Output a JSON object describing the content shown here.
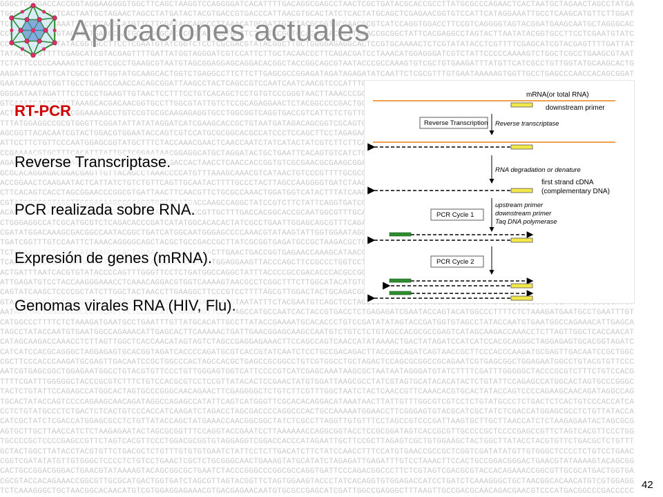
{
  "title": "Aplicaciones actuales",
  "slide_number": "42",
  "content": {
    "heading": "RT-PCR",
    "bullets": [
      "Reverse Transcriptase.",
      "PCR realizada sobre RNA.",
      "Expresión de genes (mRNA).",
      "Genomas virales RNA (HIV, Flu)."
    ]
  },
  "diagram": {
    "labels": {
      "mrna": "mRNA(or total RNA)",
      "downstream_primer": "downstream primer",
      "reverse_transcription": "Reverse Transcription",
      "reverse_transcriptase": "Reverse transcriptase",
      "rna_degradation": "RNA degradation or denature",
      "first_strand_1": "first strand cDNA",
      "first_strand_2": "(complementary DNA)",
      "upstream_primer": "upstream primer",
      "downstream_primer_2": "downstream primer",
      "taq": "Taq DNA polymerase",
      "pcr_cycle_1": "PCR Cycle 1",
      "pcr_cycle_2": "PCR Cycle 2"
    },
    "colors": {
      "rna_strand": "#f0a04a",
      "primer_yellow": "#f2e84a",
      "primer_green": "#2e8b2e",
      "dna_strand": "#000000"
    }
  },
  "background_sequence": "GGGCTCCGGACCACCGGTAGGAAGGGGTGGCTTCAGCTAAGGTCCAGGGGATCACATTTTGACAGGCGAGCCTAACTCGCTGATACGCACCGCCTTATGCGCCCAGAACTCACTAATGCTAGAACTAGCCTATGATACTACGTGACCGTGACCCATTAACGTGCACTATCTCACTATGCAGCTCGAGAACGGTGTCCATTCATAGGAAATTGCCTCAAGCATGTTCTTGGATAGCAGCCCTTAAACATGCGATTGTTTACGCGGTGCGAACGCGTCATCCAGGTGGACCTTCCGTCAGGGGTAGTACGGATGAAGCAATGCTAGGGCACCCGGTATTCCTGATTCTACTACGCTGCAGCCGACGCTTGCACCGCGGCTATTCACGAGGCCTAGTACTTAATATACGGTGCCTTCCTCGAATGTATCGGTCTCCTCGCGACGTATACGGCTTGCTGGGGAGAGGCACTCCGTGCAAAACTCTCGTATATACCTCGTTTTCGAGCATCGTACGAGTTTTGATTATGGTAGGGATCGTCCATTCTTGCTACAACCCTTCAGACGATCCTAAACATGGAGGGATCGTCTATTCCCCCAAAAGTCTGGCTCGCCTGAAGCGTAATGTAGCGGAGGAGCAGGACACGGCTACCGGCAGCGTAATACCCGCCAAAGTGTCGCTGTGAAGATTTATGTTCATCGCCTGTTGGTATGCAAGCACTGGTCTGAGGCCTTCTTCTTGAGCGCCGGAGATAGATAGAGATATCAATTCTCGCGTTTGTGAATAAAAAGTGGTTGCCTGAGCCCAACCACAGCGGATTAAGCCTACTCAGCCGTCCAATCAATCAACGTCCCATTTGAGGCGGATCCAATAGTAGCGGGGATAATAGATTTCTCGCCTGAAGTTGTAACTCCTTTCCTGTCACAGCTCCTGTGTCCCGGGTAACTTAAACCCGGACGCAGCGCGCAGTGGGTTGTCAAATCAAGCAAGTAAAGCACGACAACGGTGCCTTGGCGTATTGTCTCCGCAGAGGAACTCTACGGCCCCGACTGGGTCATAGCCACAGGGCAAAACTGCCTATCAAGTGCGGAAAAGCCTGTCCGTGCGCAAGAGAGGTGCCTGGCGGTCAGGTGACCGTCATTCTCTGTTCATACCCCTCGGGCACCATTTTTATGGAGGCCGCGTGGGTTCGGATATTATATAGGATCATCGAAGCACCGCTGTAATGATAGACAGCGGTCGCAGTGAGCTAGGACTCTCAGCCAAAGCGGTTACACAATCGTACTGGACGTGGAATACCAGTCGTCCATGCGCGGCACGCCATCCCTCCAGCTTCCTAGAGAAATCCTATCAACCGTTATAAATTCCTTCTGTTCCCAATGGAGCGGTATGCTTTCTACCAAACGAACTCAACCAATCTATCATACTATCGTCTTCTTCACGGAAGTCTTTCCAATAGGCCGAAAACGTGCTTTCACATTTATTGCTCGGAATAACGGAGGCATGCTAGGATACTGCTGAATTCACAGTGTCATCTCTTTCATGGTTCTGATTCCCAGAGGTGGCGATAGCACCCAGCAGCCCGGCAGTCAAGACCACTAACCTCAACCACCGGTGTCGCGAACGCGAAGCGGATAAAAGATAGCTACGGTTTGCGCACAGGAGACGGACGAGTTGTTACAGCCTAAACCCCATGTTTAAAGCAAACGTCATAACTGTCCCGTTTTGCGCGTTGCACCAGTCCATATCCAACCGGAACTCAAGAATACTCATTATCTGTCTGTTCAGTTGCAATACTTTTGCCCTACTTAGCCAAGGGGTGATCTAAGAAAGGGTACTCCCCGCGAGCTTCACAGTCACCTAGCGGAACCCGGCGTGATTAACTTCAACGTTCTGCGCCAAACTGGATGGTCATACTTTATCAAGTTTCCCACAGTCGTTAGATCGTATCGCCGGTAGGTTCCGAGAAGCCGCACGTGGTGGATGACCAAGCCAGGCTATCCGTCTTCTATTCAGGTGATCGTAGTTAAGTTGGTACTGGAACAGTGTTACAGACAGTTGCATAATATAGCGAAAAGGCAAGCCGTTGCTTTGACCACGGCACCGCAATGGCGTTTGCAAAGGGTCGGTCCTTCGATTCTGGGAGGCCATCGCATGCGTCTCAGACACCCGATCATATGGCACACACTATCGCCTGAATTGGAGCAGCGTTTCAGAAAGGGTGCAACATAGCCGCCGATATGGACAAAGCGACGGCCAATACGGCTGATCATGGCAATGGGAGCCCCAAACGTATAAGTATTGGTGGAATAGCCCGGCACACTCTCAGTCTATGATCGGTTTGTCCAATTCTAAACAGGGGCAGCTACGCTGCCGACCGCTTATCGCGGTGAGATGCCGCTAAGACGCTGCCAGAGCGGCAATCTTGGATCTCGAAGTTGTGGGTCATTTAGCGTACTAGAAAGGGACAAGAAACTTGAACTGACCGGTGAGAACCAAAGCATAACCGATCTCGCGGCTGGAGTCATCACGCGGCCTCATAATAATACTTGGTGGTATATGCGGGCAGCTGTGGAGGAAGTTACCCAGCTTCCGCCCTGGTCCTTCCTCACAACGAACATTACACTGATTTAATCACGTGTATACCCCAGTTTGGGTTCCTCTGATGGCCAGGCTATTTACCCCGCCGACACCCACGCCGCCTAGTCGGTCAAGCGCCCAATTGAGATGTCCTACCAAGGGAAACCTCAAACAGGACGTGGTCAAAAGTAACGCCTCGGCTTTCTTGGCATACATGTCGTTTCTGTTGCTCTCTGTACAGTATCAAGCTCCCCGCTATCTTGGCTACTAACCTTGAAGGCTTCCCGTCCTTTTAGCGTTGGACTACTGCAGACGGACTCCACTTAGGTGGTGCGGTAGGGATTACCCTCGGGGGTCATCATGTCGAGCGGAATCGTGAGCAATGTAATATTTCTACGAATGTCAGCTCCTAGGGCTGCAAACTGCAGGAGTAATAATTACTGGGCTCGCCCTGCATTTCTCCGCCATGTAAGCGGTTCCTGAGCCATGCCAATCACTACCGTGACCTCTGAGAGATCGAATACCAGTACATGGCCCTTTTCTCTAAAGATGAATGCCTGAATTTGTTATGCACATTGCCTTATACCGAAAATGCACACCCTGTCCGATATATAGTACCGATGGTGTAGCCTATACCAATGTGAATGGCCAGAAACATTGAGCACTTCAAAAACTGATTGAACGGAGCAAGCCAATGTCTGTCTCTGTAGCCACGCGCCGAGTCATAGCAAGACCAAACCTCTTAGTTGGCTCACCAACATAGTAGTCTAGCCGAGGAGAAACTTCCAGCCAGTCAACCATATAAAACTGACTATAGATCCATCATCCACGCAGGGCTAGGAGAGTGCACGGTAGATCACCCCAGATGCGTCACCGTATCAATCTCCTGCCGACAGACTTACCGGCAGATCAGTAACCGCTTCCCACCCAAGATGCGAGTTGACAATCCGCTGGCCCACTAGCCACGCTGAGCCGCGGCCTGTCGTGGCCTGCTAGACTCCAGCGCGGCCGCAGAATCGTGAGCGGCTGGAGAATGGCCTGTACGTGTTCCCTGTTGGGAGTGGTCATTCCCCGTCATCGAGCAAATAAGCGCTAATAATAGGGATGTATCTTTTCGATTTGGGGGCTACCCGCGTCTTTCTGTCCACGCGTCCTCCGTTATACACTCCGAACTATGTGGATTAAGCGCCTATCGTAGTGCATACACATACTCTGTATTCCAGAGCCATGGCACTAGTGCCCGGGCAACAGAACTTCGAGGGGCTCTGTCTTCGTTTGGCTAATCTACTCAACCGTTCAAACACGTGCACTATACCAGTCCCCAGAAGCAACAGATAGGCCAGAGCCATATTCAGTCATGGGTTCGCACACAGGACATAAATAACTTATTGTTTGGCGTCGTCCTCTGTATGCCCTCTGACTCTCACTGTCCCACCATCAAGATCTAGACCTAGCGACCCCAGGCCCACTGCCAAAAATGGAACCTTCGGGAGTGTACGCATCGCTATCTCGACCATGGAGCGCCTCTGTTATACCAGCTATGAAACCAACGGCGGCTATCTCGCCTTAGGTTGTGTTTCCTAGCCGTCCCGATTAAGTGCTTGCTTAACCATCTCTAAGAGAATACTAGCGCGGTTTCCAGGTACCGAATCCTTAAAAAACCAGGCGGTACCTCCGCGGATAGTCACCGCGTTGCCCCGCTCCCCGAGCCGTTCTAGTCACGTTCCCTGGACGCGGTGTAGGAGGTCGGACCACCCATAGAATTGCTTCCGCTTAGAGTCGCTGTGGAAGCTACTGGCTTATACCTACGTGTTCTGACGCTCTGTTTGTGTGTGAATCTATTCCTCTTGACATCTTCTATCCAACCTTTCCATGTGAACCGCCGCTCGGTCGATATATGTTGTGGGCTCCCCTCTGTCCTGAACTCGCTCTGCGGGCAACTGAAAGTATGCATATCTAGAGATTGAGATTTGTCCTAAACTTCCACTGCCGGACGGGACTGAACGTATAAAAGTACAGCGGCGCTGAATCTACCCGGGCCCGGCGCCAGGTGATTCCCAGACGGCCCTTCTCGTAGTCGACGCGTACCACAGAAACCGGCGTTGCGCATGACTGGTGATCTAGCGTTAGTACGGTTCTAGTGGAAGTACCCTATCACAGGTGTGGAGACCATCCTGATCTCAAAGGGCTGCTAACGGCACAACATGTCGTGGAGGAGAAACGTGACGAGAACAATGTGCGCCGAGCATCGATTGGCCGAGGGCTTTAAGTTGCCGACGCAACAGACGAACGTCCCATGACGGCCCGACCCCCCTGTTTACCTTATCACAAACTCTGTGCCATAAAGGCTGCAGCTAATCACAAGCAGCAATGGTATGCTCGTCTCACCTTAATCACGGTGAGGCCAGTGACCCAACTCTCTAAGTAAACTCGAAGATCGGGCCGGGAATTGGCAAGCACCCATTACAGTCTATCTTCTGGATTAATGGAGCTAGTCCGACTTGCGAATGCCCGAGCCGCCACCACCAGCTACACTAGCCCGCAGAATAAGAGTCACACTACGCTACATGAATCGGGCTAATCCCGAACTCTCCTCCCTTCCATCTGCGTTAAACTCCCGATCGAGAAGACACAACCTATCCCCCATTGTACCTATGACGTATACGAGATGTTGTGCCCATAGATCTAAAAACGGGATCGCTTTTTTTAACACTAGGTCCGACTGGGTGGAAGCTCACATTAGGGCGCGCACGACCTGTGAATATGGAAGAGACATTAGATGAATCAGTACCGAGACAGGACCATCAGGGCGATCAACTAGTGAACTGGGAGTGGACCTTCTTACCTGAGAGATCGTTCTTGCTGGCACGTCTCGTTCTTATATCCTGTCGGGAATGTGGTGCACATTGTTCCTGCGCAAGTTCCCTGAGGCAATGTGAGGTCCTACCTATTCGTTTTTTGGGCCCATTAGTTGACACTTCGCCATGGTGAACGCGGATTTGCCCACTACCTCCTAAACTACGTCATGCCCATCTTATCCATTCTACACCGATGGATATTAGCCATCCTTGTCCTTGTTTATCCAACTTAAACAACAAGCACGGTCAATTCTTAAAGCGCATTTTGGTTCCCCCCCTGCTATCTCCGACGGTTCGGTAACTCCTGCTTTTCGTGGATCGGCCAAGCAACACATAAAACATCTTTCAGCAGTGGTGCTTAATCTCACCCGGTAATCCTCTTACAAGCTCACGTTAAGGTAACGTGCGCCCCCTGATACCAATACGTGAGCCTATTAATCATGATTCGTCCCGTTACGGGCACCTACGTGGTAAGTCAGACGAACGGCCCCCCACCTCATCCCGGGTAATTTCGAGTCCAAATCTAGTGTGTATTTAAGACCGTGACAGTATCCACAGTCGCCCCTTCGAGCTCTTCCCACGGCACTGGAAGTTTACATTGGACTTGAAGACTTGTCGCCAAATCCTTCGAGAAACTCTAGTCTGGTGTACCGCACCCGAAGTCTCCCCTGCGGCGCGGATTCCGACATGTATACGCACCATTCGTTCGGCAGAAAATCCCCGTCCTCAGGATCCCGATCTGCGGGTAGTAGGTCAACCCGTGTTGTTATCCCGATTTTGCGGCGGTCTGGTCCTGGCCGGGTTAGACACGGTCCGAGCTCGTTGTACCTTACGCAAAACGCACCCGTTTCATAGGAATTGCTATATGTGTAGCAGCTCATAGAAGACAAATCCGGGCAGTGCGATGCCGAAGCTTTTCGTTCCGCGCTGGTCATATCTTGGTCTTCCAGAGCCCCAATCCGGTCCCTCAAATAACCGCGTGAACTTTTTCATCAAGAGACGTATCTTATCTAGCTATTAGATTTGATACAGGACGCGAAATCTCGCGTTTTAAATCCAAGATGGAATCCTCTCATGCTTCCACCATGTCCCGGGTCCCGAGAGGTCCAAGTCCTACTAGTCTCACAGACGGAATTTACATACCAGAAACTTCTCTAACGTTTCGGTGTTCACTTCAATATGCCATCATACGGCGAAATAGGTGGTATGAGTGTTAAGTTACCTTAATTTTATCATCACTGGCGTCGAATAGAGTATATCGGTCCTAGCGCAATGGGGCGGGTGGAGTGAATCAGCCGATCTGGGTCCTCTCATCATGTCGATGATCTGGAGCGCAGGCCAGAACTTTATCTTGGCCGGTGTCTTACGTATTAACGTGATCGGCATTTGACCGTTCCGTCTAGACTCCAACCTGGCCTCACGTAAGTGTGTTCGTCATTCGAAGCGGACTTCTCGTCACGTTTGGAAGTTATTACTGGCAGTCTGGGGATTTCCACAGTCCGGGGACCTTCCCTTCATTGCATTCAGTATTCTCTCATCGGCACAACAATCGCGTCTCCCCAGCTACCTCACAACCACACCACTTACTCAGAGGCGCTCATGGCACCCTAAACATGCATGGAGTATGGGGACAGAGCCTTATGGCATGAGATGACTTACGCAGCTAAAGGACCCAGCATACCCATTGGAATGCGTGGGGATGCGCTTCATGCATTTAGAGCAGACTTGGACAGGCGTTTGGGTCGCTGAGTTTGTCATTGCTATTTGCCTCTCTTACATGAGCGTCCTCCCGGCGAGGAGTCTCTCTAAGCTTCAGCAAGTGACGTTGGTTTGCGTGGGTACAACGTTATAAAACTAGGATAAAAGTAATGCTCAGGAATGGCCTCTCAACATCCGCTTATAACACCACCAGAGGGCCAAGCATGTAGCCTAATAGTCCCTGTTACAAGCAATACAACAGGATACCAGTCTCGGGGACGTATCTTTATTGTCCCTTATACGTGACAATTGGCTTTTATTGAAGAGATGGATTGAGAAGTTTTTGCGAGTATGATCATCTACCGTCCGGATTACTGTCTTTTTTCGCGCAACCTAGCCACGTGTATCGAGTTGGCGGTTAGATCTAATCGCTCCCACCGGCCACGCGTTCTCCCGGCCGCCGTCAGAATGCCCAAATGCTTCTTACAATGCCCCGCGTTGCATCTATGTCAATCGAACGGACGGTGGTACCAGACTACCCGTAGATGAGGATGACTGCCCCTGACCTAGGCGAACCGCGACGATGCGTATTACATAGGCACGCCCTTCAAAAGAGGAGCTATTAGAAAAACCAATACGCCAAACGGCCAGCTACGGGTATAGCCGCTTTACGGAAGGACACTAAAATGGGAGGTGGCTTCGACCATTGAACCCTTGCTCCAGTCCAGTGAGCCTCGCGCGATAGTTATCCGCTGCACACTCGTCCCCTTAGCTTCGTCCTAGTCGTTCTCACGGTCATTATCGACAGGATTTGGGCACGCAATAGGTATCCCCGAACTTGTGTAATCCGACAGAAGAGTCTTTCTGAAAACCCAACCCAAGCGTGGAGCGAATCTCGTGCATTAGTCGCTCCCAGTTGCGTGTCTGGAGAGGAAGCTTGGACCGTAACTAAACCGCCTGTGTCACTCTCTGCCACTTATCCCAAGGTTCCAATGGCACAATCAGTAAGACAGGAGAGCTGTTCCACCGCAATGTATTAGCGCCCAGGACGTCCATAGCGACGTAACACACTTACACTCTGACAATCGGACCTCGCTAAGGTTGCTGACAGCGTTGGGCTGACGCAATGCACATTAGCCTCCGTTAATGCCGCCTGTAAGGGCTCCCCATTATAGTCAGGCATCATCCTTGTGTTACAACGTCCCGGAGATTCCACAGAGCGCATAATAAAATTCGTGAGCTTTAGGCCATTACCCTGTCTTAAGTTCCCTTACCGCCACTTTCTTCTAATGGCCGTAGTATCGACACCCAGAATCCCGAGCTCGGCTCGCGGAGATCAGAGAGATGCGTCAATACGAGGAGCTCGGAGCTGCGGTAGCTCACTTGCTGATCATCTATTAATCAGTAACCTACAGCCCCGAGTGGGTAGTACGAGCCCCCCGATTGTAACCGTCTTTGTTCAAAAAAATTACAACGCTTGGAAGCTGCGCCGTGTTATGCCTTTATTCGCTCCCTATTATTAGGTTCTGCGATAGTGTCTTGACACTGAGCCCAACAACCTGTCCGACCGCCAACATGGTTTAGCCACTCGCTCGCAACAAGCTCCAGAGGTCTCTGGCTCGCTTGATAGTCCACCGAGGGCCATCAGAGTCAATGCGGGACCACCACGGACAAGCTCGTATCACGGTAAGCAAACTGAGCAGTACGCCGAATGCGAGTCGGTTTATTGGCCGTCCAAGCCTAGTCAATTTCATCCTGCGCGAAATCACCCTCACGGTCATGGGGGCCGGCATTGTATGAAGCAATAACAAACATGGATTACGATTGGGGCCAATGTGAAATTCCTTAGTCATTATATTTTGATATATAAGACCGTGGGCTGACCGACCTGTTGGAGCACGAGAAAGCGCTCTGGCGTCGCGCCGGCCAACCCAACAGACGCCAAGAAGTAAAGTTCGAGGCTGATTCAGAGTTGAGACTTGATGTCACGAGAGGTTTTCTCGACCGTTTGCTATCTCTGCTTATGTAGGACTCCTGTTGAGATTAACTCCCCTGAAGTAGCACCCATTTGTAACATGCCACGTTTATCTCACTAGACTACTACGCTCGACCGACCTCGTATAGGGGTCATGACGACATACAGAATCGGCTTAAATGCGATGCTACGTCGAATGCCTAACACGTTCGCACTAACAGACAAGTCGCAGCCGGGCTTAGCTTTCCACCGTTTTCTAAGGCCTACGTATACGACACCGAGATCCATTCGCGTCCTGCTTTTGAAGGCAAGGCTACTAGTGTCATCTTTCTCCTCCGCAGGGTTTTTTTTTCGGCGGATCTATAGCATCAAGTGATGAATGATGGTGTTTATGCAATGATATCTGTTGTAAGATATACGTATATACGGAACGTCGAGTGAAACAACTCCACCTCCGCAATCTTCCGTACAGTCACTGCCTTATCCATAATAGAGGCCCGATAGCCAATCAGGTTGGGCGATTGAACGCCTATCCAGCGGCGGAGGACAGTCAGAGATACCAGTGGGCTGAACACACCCACTTCTTGCGCGGATTAGGGGTGAACTCGTTTTTTGGTCCTTGTCTGTGGGCATCGTTCTTATAACATTTCAAACCTCTTCAGCTCGAACTTACTTACCGCGTAGAGTCCCCTTAGCATAAATGCTCTCCCTTGAAAGTCCCCGCACCTACCATCGAGAGCAGTCCCGTGAATACAGCGAAAGCTTCGCCCTGTGAAACCGATTGCCTATGATATCCACGAGGAACAAACAAGGGCCGCCTTAACATGGAGGCATCGGATCCCACTCTCAGGATAATTGAAAGACCCAGTCTTTTTTTCACCTATAGGATGTATCTACACCCTTAGAGTTTTATCGCGAAAGTGTCGGGCGCCCACCTAGCTTCAGTTACTAGTTCTGAGAGGCAGACAACTCCGCGGGCAGCTTATCTCCCACATTCGCGGGGTCGAATGGCGATGTACGAACTCAGGGTGCACGCAGTTCGCGCCAACTGCCAAAATGCGGGCAACTGGTCCATACGGCTCTATCAGGCGACGCTCACATTTTATAGCATTCGTCCTCATGAAAACAAAACCCGGTTTGCAAGCCGTGCCGGCAGCGAGCGGAGTGCCCGATTCACATCGGAGGGAGTGCCCTCTCTGTATTGGCGATCCGGCCTTAGCGATAGATGTGTCCCCTAGACCTGCTGCCACGGCATGCCTTTTCGCACGCTGAGACATTAGAAACCCAACTAGACGGGCAGTTCCCCACCCGGACTCCTTGCGTTGGGTCTGTAAGGTGGGTATTACGGAATTAGAACCTGTCACACATCCGCTCACCTTACATTGGCCTTGTCCGTTTGTAGCAAGTAAAATGTTAACAAATCAAAACCCTACTAATAAAGAGCGGACCAAATAGGATCCGAAGAGTGGCTCCTCAATAGGAGAGGCTCTTTATACTGGGACCCAGCCTTACCGTACGGAAAGCCCCTGAGATCCATCCCCTGAGCTCGAGCGCCAGACCTATCGTGCGGTTCGTCGATATGGGCTAAGCGAAGTTCGACAAGCAGTTTATCGGCAACTTAGGTCTGCGAACTAACACCGGCTTGCCCGCGATCGTGGTTCTTCACAGTGAGGCGAGCATCTCGAACATCCATAGCCTTCTGCTCGCAACGGACGGACACATCGGTACTGTTAATAAGCGTCATGAACCTCACCTCCCCTGGGGGAACCACTGATGCTGAATACCAACCACCCAGGCACAGCGAATACATCTGACTCCCTTCCGTATCCATATTCGTATCGCGTGACTCTAGTATGGTATACACAACCCCGTATGTAGCTGCGCCTCATGTAGCAAAAGAATATCGAGCCTGGATCCTCTTCCGTAGAACACCTATGCTGCTATCCCACCTCTTCATAGCCTGTTGCAACAACCGAGACTACTGAGAACGTCGGCTTCAAACCGAGTGTGCTCGGCGTTCTTGACACTGGCCAAATATAACACAGGCTGCCCCCGTGATTGAAAAGTACTCTGCGCACGCACCGAATGCAGAATATATAAGTACGCACGGGGATCAACTACGTGCCGTAACCTAGGGTCACATCGACCCCCAACGGAACCGGTCCGCCCCTCGAGGGATAGAAGCGCCCTATCAAGCTCTCGTGGCCCTCCGACGTCGCAAATAGCAAGTCCTGTATTCAGTGCCCTCGTGTATCAACCAAGAACTTCCCGGAAACACTACGCCAGATCCCACGGTAGGCGTCATTAGTACGCCCTTACTCCCCACGATGAATCTGAGAGCTCCTACATCTAGACTACCCGGTGTTGTTCACTGAGTCTTTATCTGGTGACACTTGATGTCATCACGGCTAGTTAAACTCCCTTTTACCCACGGTCAGGCTTTAAGGACACCGGCAACGGGGCTCTCCACCATCCATTTCTAGACGTTCACAGCATTGCAGGGCCGACTAGCCCTTAACCGGTCGTTGACGTAGCCCGTCATACGGCCCTAGCCAAAACGGAACCAACTCTAGAGAAGTCGCGCGCTCTTACTCATCCGCCTGGTAACTGAGGACAATTCCACCCGATTACCAGTAGACGGCTCTCGAATTCAACGTTAGAAGTGCCGACCCATCATCACCACGCGCCTGAAGTTTATCTGTACAAAACCCGATCCAGCTCTCCGCTAATACACAAGTTTACCTACAAGTAGGTACCTAAGGAACTCTGCGATCGTAGCAGCCTCGCCGCGACAGTCTCCTGTGCAGAATCGTCTCGCGACGAGTACCCCCTCGTGCCACAGGTAACTCCCTGGAGCCCTCAATTTAACACGAGCACGTACCTAGCAGCTTAATGAGACATAATAGAGTCATAATTTAAGTTGTGCACTCACTACCGCAAAGGCGAACTCACGCGCGACCATTGCGATTGGTGTCATAGCCACGCTAATGACAACGGTCCAAACCAACAAACCGAAGCCCACCTAGTGTCACCACTTTGCAATAGGAGCTTATTTCCCAGACGCCGGGCGCTTGGTTAATTTTCACTTTCGATCCCACCAGGTTAACCAAAACCCGTATTGATCAGGGCCGTCCCCCATGTTGGCTAGCAGCCCTGGCACACGTGTTCAACAATGTTCTCCGGCAGCCTCGGAATCAATATCATCTCACATGGTTTAGATGGTTAGTTTTCTCAAGAGCACCCTATGAGTCCGCGAGATCCGGTGCACTCGTCGTATGAACGATAGATTGCCTTCCTAGCCCCAGTATGTCAACTGTTGCATTACTCTTACCCCAAAGACTATACGCTACCACCTCCGCCCCCTGCATCTCTCATCATTTCAATTGCAGTTAGTAGGCGAGTCCACTCTCCATTTCGAGCTATGGACAGGATACGGAGTCGCGCATAGTCCGGCTGTTGACTGGCCCGAAGGCAAGGGCAGTCACCCCTTAGAATTACCTGCTTTGAGCGGAGTCGCCGTACCGTATTTTGTAAGAGATTGGACCTGCATGATATTTCTACCGTCGACAACGGGATTACCATCGGTGGCGCCGCCCAGCAAATATGGAGTCCCTCTGCGACCATCTATTGCTCCGCATCCAACCTCTGTTGTCATGCCTTCACCAGCGGAGGCTATCTCCGTCCCCAAGAATACCCTACTGCCCGCCACCAATAATCCACGACAAGTGCTACAGTCCCAGGCTTGTTCCCCCCTAAATGTTTGGGTTCTCCAATTGGCCCGTCTAAAGCGGCCCAAAACACGAGTTGGTACGTTCCCAAGGGGCCACAGTCCAATATATTAGTGCCAGCTTCAGCTCAGTGGGCCCGGAGATTAGACCCAAGTTCTCCAGACCTTTCGCTACCCTGCACGAGGCCATTCGGGCACCAATGAGCGTCCATCAATCCCAAACACCAAATTAAAACCATATCTCGTCTAGTCGCCTACCCGATCACTCAACAGTGAACAGCACACGAATCGAATCGCACCCATCGCCAGTCGCTACGATTAACTAAGACTTCAACCCGATTAGGCACTCTTGGCCAAAAGTGGTCTCTGTGCTTAATGCCCTTATTCCATTGTCGCGCAGTGCAACCGGCGAAAAACAGCGGCTTTCTACTTCCGGACCGTGAAACCCTGCGGCTGTGGTCCTCCAGCCACACGAGGTTAAGATCAAATGGGACAAATGACACGTTCATCCGTAAATGGACGACCATGTCATATCGTTTCTCAGAGTCCCATCAACCAAAATTATCCTAGAATTTAGGGCTGACACATCTTATCAGTCCTCACGGTGAATCCGCCACTGTTAAAACTAGCTAGTACCTAAAGCCTTCCAACAATAGACAGCACACGACCTCACGTAGTTGTTACTAGCGACCTGTTATCCTTCCTCACGTACCCAGCCGCTTTAGGCCCGAACCCCCGGCGAGCTTTGACTTCGATGTGTCTGCGCGCCGCCCGGGTATTTTTGATCGGAAATTGATTTGCCCATGATCCCATTGCCGGACGACTCTAAGAATGTGCGTCTGCTATCTTCTATTCACCATCGGTCTCCGGTCTTATAACTTAAATCACGCGGTTCGACTGGTGTCCTCCCGCTACCTATGATAATCTAGAAGAACTACTAGTTCCACGCTGACGACCCACCCCGAGGTAGGATTTTGGTGAATACCAACCCTAGATCCTTTCAGGCACTTGACATAGACTGCCACTAGCAGCATCTATAGAACGCACGGTGCCGGATCCCGTAGGAAGTAGTCTTGACATCTTCTAGGCATGACCGTAGTCCACTAGCCAACTGGGATTACTAGATTGCGGAGCAGAATTCCCCCCCATCTCCTTTCGCTAGATTCTGCTACAAACATACGCATTGCAGGTCTATCCATAGATCCGCAGATCATCTATATGTAGTCTTTGTATTGAGATACAGCAGGTCACACACGAGCGCGATGAGCACCCAAAGACCCACTATGATGCCTATCCGTGTGTCCCCGAAGTGGTATCCAATTGACAACAACAGACCTCCACCCATAATCGATGGCTCCTGATGCGATTCCCATATTCGCTGTAGATCCTTACACTAGCCCTCGCACGGGCCGAAGTTGATCCTCAATTGCACAACGAATCGGCGACCTAACAGAGCAAAATAATGTAAACCAAACATGAGCCTTAATACCCTCGTCGCTCCAACCCAGCAACCGTTGTCTCTCGGAAGATCCCTTGACTGACAATGTCACCGAATATTCGCAATTTGAATCCTGCCGAATTCAGTGGTTTCACTCCCACAAATAAGCCTTCGTTGAACCAATTTCACCTAAGATTTTCGCGCACATGCGCTTCTTCCACATTCGGTGTTGCCGCTTTCCCCTATATACTCCACCGGCCAGTCAAGCTGTAGTACCGAGCATAGTTTGCGTTCCCTCATGCTGTTATAGGAAGTGCCTCCCCTGTCTCGCAGTGGGTCATAACATAACATCTCCATAAACGGCACGGGGAATTATCCGTGATTTCTATGTCAGACAACTCATCGACTGCATCACCGCAGCGCGTTTCGACAAGTGCGCTCACCTGCCATCGATCCCATTGGGTTATGCACAGACAGTGCCTTCCCACCAATACCTTGAAGGCCCGAGGTTGTCCGGTCTTTATCCGGGGTATTTCGCGATCTCGTTGCGGTGATAAGTCTAAATTATGTCACCTGTTGGCACCGAGCATGAATTGCTGCAACCCCGTGCGGACAAAGATTAGCAAGAGTGCCATAACCCCTAATCTCTCCAACCAATAATACTAAGCATCCCCAGTTGCTGCTCCCACGGGACAGGATCTACGCGCATTCAGGAATCGCCTGACAGGGGGGTAGGACAATCTCTATTTAAGCATAGTCCTAATAAACCATCCTGCGCAAATGTCGCCGAGAAGTCCCGAATCATTAGGTCAGGGGGTACATTTCCAAGGCCGGTGATGCTCACTTTGCCGCGGGAATGCACCCCCACATCTACGCGATATCGGGAACATCATTTATTCGCTTACGCCTCTTATTAGCGCGCGCAAGATGGGCAGCGGATAGCTCGGCACACACGGTCACGTTCCACAAACAGAAACAAGGACCTTCAAATACAGAGTCCGACGCTTCTCCAGTTGCCGCTCGCCACAAGTCAAAGAGGTCCACGTTGGATCAGTCCGCCAAGTGGTGGCCTAGTCGAACATGTACCTGAGATGGACAGTTGACGCCCTCCCGGACGTCCACCGCTTCTCCGCACTCTTTAGAGACACATTCCCAGATGTCATTAACACCTCCAGTTTTGGCCGCAACCGACTCGCTCCTCCATCCCGACGTTTTTTAGCGGGCACTTCAATCAATAATAGGCAGGCCGGCAAAGACCCAGGATTGCAGAAGTTAGTCTCAAGGTCTACAGAGACAAGCTCCAGTGTTGCGACCGCAGTTCCGTTACCCCCCGCGCATTAAATCAGGTCATAATTCAAGAGCGCGAAGATATCCTAGAACAATAGTACCTCAGCACGCAAGCCTCTCAAACCGTATGAAAGTTTGTGCCCCATAATGATTCGCGCACGAGTGCTTAGGTCAGAGTGATCTCTGAAATACACGAAAAAACGATGTCCCTTCACTCGATTACAATAGAAGGAAAGTGAAGCCGCGGGTTTACGTCTTGAATCAGCTATTCCCAGCAAGACAAGCCTAGGCCGCTTGCCACTAGAAAAACTCAGCACCCAAAGTCTATCTCTCACTGCGGGGGGGCGACCAACAGCACAAAAGACGCTCTCCTTCTAAAACGCCGCTCCACCACGCTACGACCTATCGCCAAACACTCAGCACGCTGAAGCTGCGACCGCCATTTCCCAGATACGTCTTACAGCTTGGAGCCATGCGTACACAGAGATAGCGGTCGAACCACTCGCAGTTCACACTCGCTGATTCCCTTATATCTGAGGCAGTATACCCGCGCACGGCTCAAGTACGACCCTGCTCTAAGGTTGCTTACGTTATCCAGCATCTGCCCGGCCACCGCATCGGGGGATTCGGGATACGAAAGGTCTCATTTCCACGCTGTCATAGGAAAATGTGTGCATCCCTTCGCGACCCTCGCTCTCCATGCGCTCTGGAATTTGGGTGTTCACGTCAACGATTTCTAAACCGCGCAGCCCGGCCAGGTTCTCATGCCCCAGAGTCGACGCACCACTAGCTGGCCCACAGGCAGGAGCCACATATGCTGTTCTCAATTTCACAAGTCCATACACTCCGCTGAATTTAGTGTCGCATAGGCGGGGAACCAATCAGTCGGCCGCTAGAGCATCGCGCTTGTTACAAAAAAGTATATGACCTCCCAAACCAAACCTGCCTCCAAGGTTCATAGCAGCCCGGTGGCCGGTCCGATGTAGTCAACGCTCATCCCGATTTGTAGACTATTATATGCGGACCCCGTCTACCAGCCTAGAGAGGAGACACTCAACCTTGCAGCCTCAGCCGTGACTCTATGCCTAGTCCCTATTCGGATTCACCCTGGTCTGCTCGCCAGTTTTGTACGTTTATCTATACCTGATTCACTCATATTTGCTGTCAGTCCTACGCCCCGTTATTAATTATAATCCATACTCCCCCAGAAAGCGCCCGTTAGCCTTCACCGGCCGATAACTGTTACCGTATGCCCCGATTTCTCGACAGCTGTCGACAATAGCGCCATCTTACAATCGTTTGGAGAGCCCAGGCGCCATCTGATGATAAAACACTCCACAAGACGACCTCTCTGTCATGGGCCTACGCCGACAGCCATATCGCACCCCCGGTGAACCGCGCCGGAGGAGCGGAACCCTAGGATATAGTAACAGTGTTAAGGAACCTCGTACAACAATCGCCCTGCAGACACACGAATTAGTCTTCGCGTTGCCTCCACAGCTCTAACCTGCCGCCAGTCAGCTCTCGACAAAAGAGCTCTGTGCGTCCCCCCTGCCCCTTCAAATATCAAGGTGTTGACCCGAATTCTCCACCCGAGCGGCCCTAGCTATATAGACGTGTAACTTCCACCATCCCATAATACGCAATGCTCGTATGAACGCGAAGGAACAGGCACGTCCCCCAATCTTGTTCAAGAGGTAAGATCTACACATTCCCCCCTCCCACTTGCATTCTCCGATACTTAACCGATTATGCCTCTTAGATATACGTAGCCAAGTCAAGGCTCACACAGTGTCCTAGGGCCAAATAACCTCAGACACCATCAAACCACCACCGCACTCAAGTGCGTGCGCCCACGACGAACGCACATCAGCTACGCCAGGTTAACGCTGTACAAGAGAAACAGGATTGGCAAGATCCCCTAACCGTTTATCCAACTGGCCCCGACATAAATGCCACGTCCCTGTACCGGGCAATGTCGCAGCTACCATCCGCAACCGAATTGAGTTACCCCGCTTACAATCGCCAAATCTCCGGACATCTCGCCGAGGCAGCACTACAACTCTAGCACACCACCGCATCGTGCCTGTATATAAAACGCACATGTTCCCAAGGCTCCTAGAGCGCGGCCGAGTAAACCCCCCCTCATTTTCACTTTGCCTCTAGGCTGACCGACTAATATTCCCAAGATCCTTCGGCTGGGACAATAACAGACACATAGACCGATCGCCGCAAAGTATCTCATCAATCCTCACCTCCCCTTCTACAGCCGAGGTTAGGAACACCCACAACCCTCTCGCACCATACCAGGCTAGTCGACCATCGGACCCTACGGAATCGACCGATGAGCACTTATGATCACTCACAGTATCGGCGCCCCTCCCGCCATTGCCGTACCGTCCGCCGCTCATCGTTACAAACTCGTTCTATACCCGCGAGCTCGACGGCCCGATAACACCCATATACGGACAGAGCCGCCCTGTCACTAGAGACACCAAGGCATAGCAATATTCACCCACGGCGTGCGCAAGTTATGTTGCACACGCCGTACGATCCACCGACGATATGGCCTCTTATGCGTCCATTCATAAAGCACAAGCTCGGTTCACCCCATAAGCTGCCCCCATTGGCATAGTAAGAAGCTATACTACACCACACCACACGCTGATTGCCATCATCCTCCCACACGGAATCCCTCTCTCGCACGCCTCACCCGCCGAAGATCACCCTTATCCCACCCCGGAGGGGCCCACCAAGCCGGCTACATGCCCAATCATGCTTCAAATAGGTTACTCCTAATGCATCCCGCTAAACCCCCGATACACAGCCCCTTACGCGCCTCTCCAGCGACACCCGAAACCGAAGCCTGCACACTCAACACGCCCTGATCCTAAAACTACCCCATCCTCATCCTACGTACACATCGCACAGACAAGGGACGGCCTCCCCAACGTTACTCATATTCCGCCCTTTCACCCAAGAACACCGCTTATCGCCCCCTCCAACCCACCCGTCGCATCCGCCAGTCGCGACATAACACCTACCCAACCCACCCCCATCCAATCAGAGCAGATAACACCATGCGATCCACAGAACCTAGACCTACACGCCCCCGCACCATACTCCCGTCACCTCCATAGCCGATCTCAGCCCACCATCCCCAAACGACCGCACTCTCTCCCTCTCCCCCTCCACCACCATCCCCACAGCCCCACACACCACCCACACCACCCGCCCCACCACCACACCCAACCACCCCCCCCCCCACCCC"
}
